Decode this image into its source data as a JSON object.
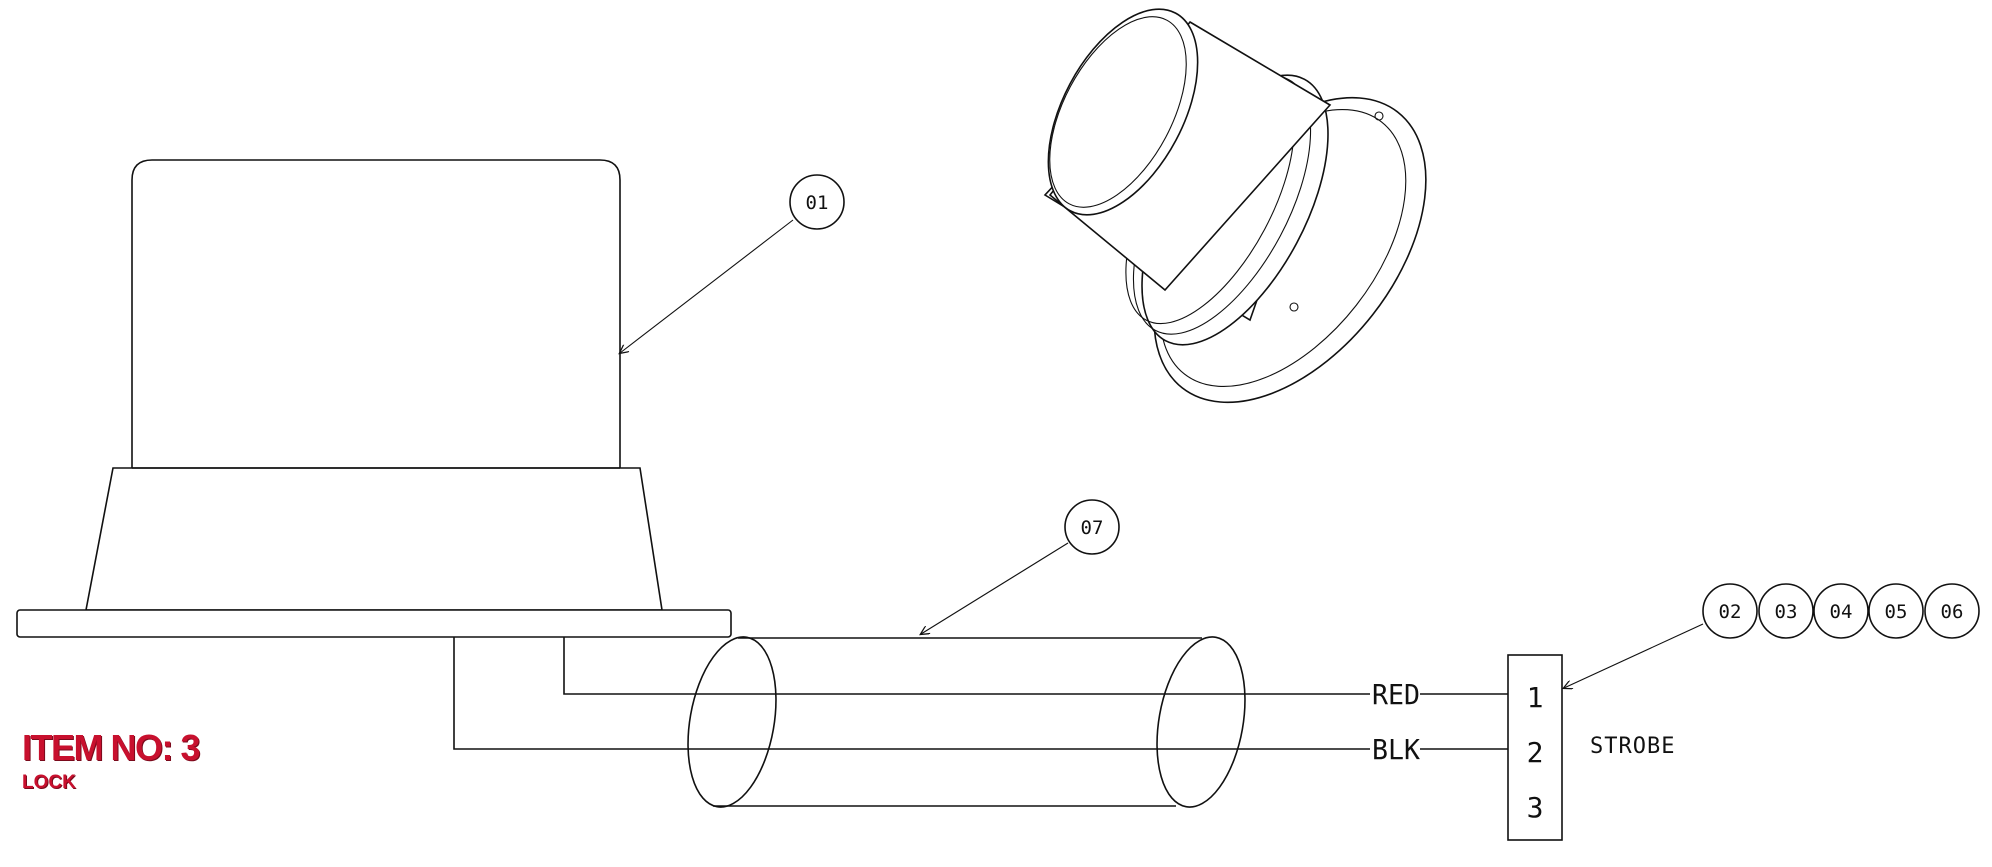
{
  "callouts": {
    "c01": "01",
    "c07": "07",
    "group": [
      "02",
      "03",
      "04",
      "05",
      "06"
    ]
  },
  "wires": {
    "red": "RED",
    "blk": "BLK"
  },
  "terminal": {
    "pins": [
      "1",
      "2",
      "3"
    ],
    "name": "STROBE"
  },
  "item": {
    "title": "ITEM NO: 3",
    "subtitle": "LOCK"
  },
  "colors": {
    "item_text": "#c8102e",
    "line": "#111111"
  }
}
